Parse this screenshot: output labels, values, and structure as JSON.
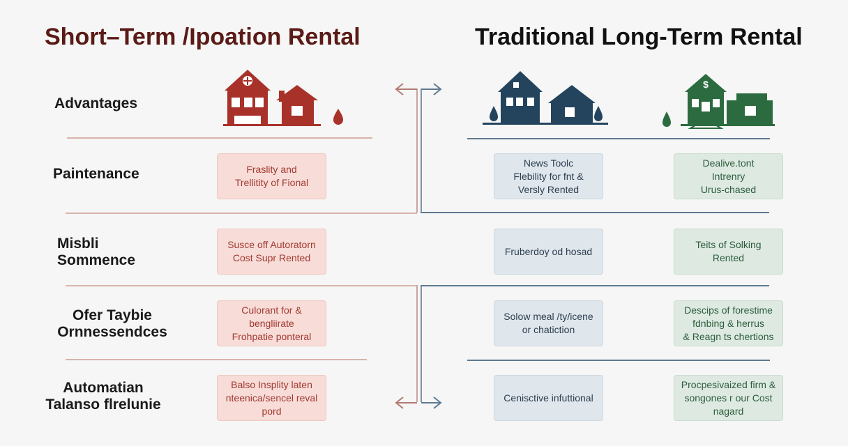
{
  "titles": {
    "left": "Short–Term /Ipoation Rental",
    "right": "Traditional Long-Term Rental"
  },
  "row_labels": [
    "Advantages",
    "Paintenance",
    "Misbli\nSommence",
    "Ofer Taybie\nOrnnessendces",
    "Automatian\nTalanso flrelunie"
  ],
  "short_term_boxes": [
    "Fraslity and\nTrellitity of Fional",
    "Susce off Autoratorn\nCost Supr Rented",
    "Culorant for &\nbengliirate\nFrohpatie ponteral",
    "Balso Insplity laten\nnteenica/sencel reval\npord"
  ],
  "long_term_boxes_a": [
    "News Toolc\nFlebility for fnt &\nVersly Rented",
    "Fruberdoy od hosad",
    "Solow meal /ty/icene\nor chatiction",
    "Cenisctive infuttional"
  ],
  "long_term_boxes_b": [
    "Dealive.tont\nIntrenry\nUrus-chased",
    "Teits of Solking\nRented",
    "Descips of forestime\nfdnbing & herrus\n& Reagn ts chertions",
    "Procpesivaized firm &\nsongones r our Cost\nnagard"
  ],
  "colors": {
    "short_term": "#a8322a",
    "long_term_blue": "#24445e",
    "long_term_green": "#2c6b3f"
  },
  "icons": [
    "house-icon-red",
    "house-icon-blue",
    "house-icon-green",
    "droplet-icon",
    "arrow-icon"
  ]
}
